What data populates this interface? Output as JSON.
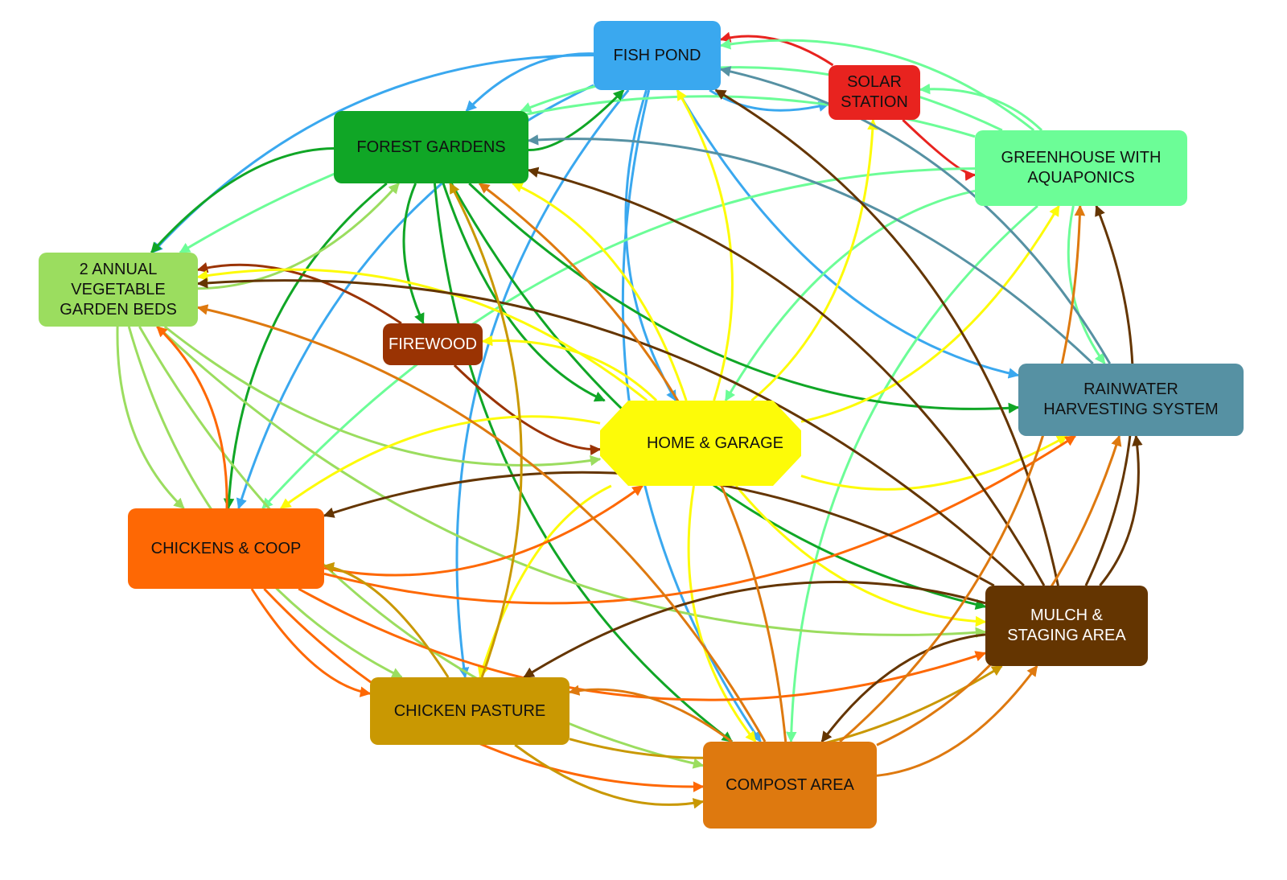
{
  "nodes": {
    "fish_pond": {
      "label": "FISH POND",
      "color": "#3aa8ef",
      "text_color": "#111111"
    },
    "solar_station": {
      "label": "SOLAR\nSTATION",
      "color": "#e8231f",
      "text_color": "#111111"
    },
    "forest_gardens": {
      "label": "FOREST GARDENS",
      "color": "#10a626",
      "text_color": "#111111"
    },
    "greenhouse": {
      "label": "GREENHOUSE WITH\nAQUAPONICS",
      "color": "#6cfd97",
      "text_color": "#111111"
    },
    "annual_beds": {
      "label": "2 ANNUAL\nVEGETABLE\nGARDEN BEDS",
      "color": "#9bdd5f",
      "text_color": "#111111"
    },
    "firewood": {
      "label": "FIREWOOD",
      "color": "#9a3303",
      "text_color": "#ffffff"
    },
    "home_garage": {
      "label": "HOME & GARAGE",
      "color": "#fdfb08",
      "text_color": "#111111"
    },
    "rainwater": {
      "label": "RAINWATER\nHARVESTING SYSTEM",
      "color": "#5691a3",
      "text_color": "#111111"
    },
    "chickens_coop": {
      "label": "CHICKENS & COOP",
      "color": "#fe6804",
      "text_color": "#111111"
    },
    "mulch": {
      "label": "MULCH &\nSTAGING AREA",
      "color": "#643501",
      "text_color": "#ffffff"
    },
    "chicken_pasture": {
      "label": "CHICKEN PASTURE",
      "color": "#c99802",
      "text_color": "#111111"
    },
    "compost": {
      "label": "COMPOST AREA",
      "color": "#de790f",
      "text_color": "#111111"
    }
  },
  "edges": [
    {
      "from": "fish_pond",
      "to": "forest_gardens"
    },
    {
      "from": "fish_pond",
      "to": "annual_beds"
    },
    {
      "from": "fish_pond",
      "to": "solar_station"
    },
    {
      "from": "fish_pond",
      "to": "home_garage"
    },
    {
      "from": "fish_pond",
      "to": "chicken_pasture"
    },
    {
      "from": "fish_pond",
      "to": "chickens_coop"
    },
    {
      "from": "fish_pond",
      "to": "compost"
    },
    {
      "from": "fish_pond",
      "to": "rainwater"
    },
    {
      "from": "solar_station",
      "to": "fish_pond"
    },
    {
      "from": "solar_station",
      "to": "greenhouse"
    },
    {
      "from": "greenhouse",
      "to": "fish_pond"
    },
    {
      "from": "greenhouse",
      "to": "forest_gardens"
    },
    {
      "from": "greenhouse",
      "to": "annual_beds"
    },
    {
      "from": "greenhouse",
      "to": "solar_station"
    },
    {
      "from": "greenhouse",
      "to": "rainwater"
    },
    {
      "from": "greenhouse",
      "to": "compost"
    },
    {
      "from": "greenhouse",
      "to": "chickens_coop"
    },
    {
      "from": "greenhouse",
      "to": "home_garage"
    },
    {
      "from": "forest_gardens",
      "to": "fish_pond"
    },
    {
      "from": "forest_gardens",
      "to": "annual_beds"
    },
    {
      "from": "forest_gardens",
      "to": "firewood"
    },
    {
      "from": "forest_gardens",
      "to": "home_garage"
    },
    {
      "from": "forest_gardens",
      "to": "chickens_coop"
    },
    {
      "from": "forest_gardens",
      "to": "compost"
    },
    {
      "from": "forest_gardens",
      "to": "mulch"
    },
    {
      "from": "forest_gardens",
      "to": "rainwater"
    },
    {
      "from": "annual_beds",
      "to": "forest_gardens"
    },
    {
      "from": "annual_beds",
      "to": "chickens_coop"
    },
    {
      "from": "annual_beds",
      "to": "chicken_pasture"
    },
    {
      "from": "annual_beds",
      "to": "home_garage"
    },
    {
      "from": "annual_beds",
      "to": "mulch"
    },
    {
      "from": "annual_beds",
      "to": "compost"
    },
    {
      "from": "firewood",
      "to": "annual_beds"
    },
    {
      "from": "firewood",
      "to": "home_garage"
    },
    {
      "from": "home_garage",
      "to": "fish_pond"
    },
    {
      "from": "home_garage",
      "to": "forest_gardens"
    },
    {
      "from": "home_garage",
      "to": "annual_beds"
    },
    {
      "from": "home_garage",
      "to": "firewood"
    },
    {
      "from": "home_garage",
      "to": "solar_station"
    },
    {
      "from": "home_garage",
      "to": "greenhouse"
    },
    {
      "from": "home_garage",
      "to": "rainwater"
    },
    {
      "from": "home_garage",
      "to": "chickens_coop"
    },
    {
      "from": "home_garage",
      "to": "mulch"
    },
    {
      "from": "home_garage",
      "to": "chicken_pasture"
    },
    {
      "from": "home_garage",
      "to": "compost"
    },
    {
      "from": "rainwater",
      "to": "fish_pond"
    },
    {
      "from": "rainwater",
      "to": "forest_gardens"
    },
    {
      "from": "chickens_coop",
      "to": "annual_beds"
    },
    {
      "from": "chickens_coop",
      "to": "home_garage"
    },
    {
      "from": "chickens_coop",
      "to": "rainwater"
    },
    {
      "from": "chickens_coop",
      "to": "mulch"
    },
    {
      "from": "chickens_coop",
      "to": "chicken_pasture"
    },
    {
      "from": "chickens_coop",
      "to": "compost"
    },
    {
      "from": "mulch",
      "to": "fish_pond"
    },
    {
      "from": "mulch",
      "to": "forest_gardens"
    },
    {
      "from": "mulch",
      "to": "annual_beds"
    },
    {
      "from": "mulch",
      "to": "greenhouse"
    },
    {
      "from": "mulch",
      "to": "rainwater"
    },
    {
      "from": "mulch",
      "to": "chicken_pasture"
    },
    {
      "from": "mulch",
      "to": "compost"
    },
    {
      "from": "mulch",
      "to": "chickens_coop"
    },
    {
      "from": "chicken_pasture",
      "to": "forest_gardens"
    },
    {
      "from": "chicken_pasture",
      "to": "chickens_coop"
    },
    {
      "from": "chicken_pasture",
      "to": "mulch"
    },
    {
      "from": "chicken_pasture",
      "to": "compost"
    },
    {
      "from": "compost",
      "to": "forest_gardens"
    },
    {
      "from": "compost",
      "to": "annual_beds"
    },
    {
      "from": "compost",
      "to": "greenhouse"
    },
    {
      "from": "compost",
      "to": "rainwater"
    },
    {
      "from": "compost",
      "to": "mulch"
    },
    {
      "from": "compost",
      "to": "chicken_pasture"
    }
  ]
}
